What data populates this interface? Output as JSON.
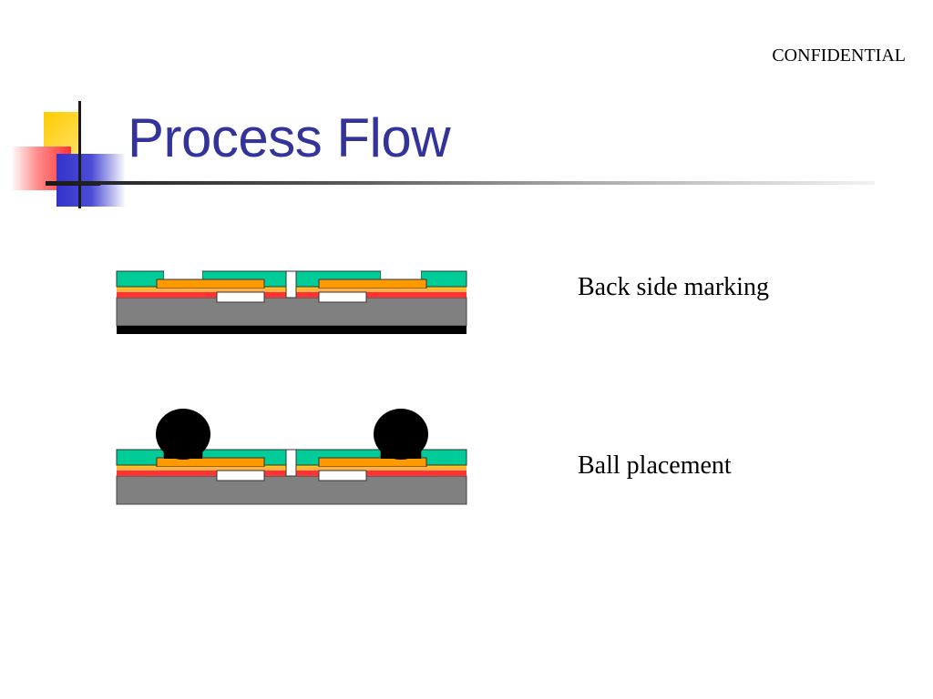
{
  "header": {
    "confidential": "CONFIDENTIAL",
    "title": "Process Flow"
  },
  "steps": [
    {
      "label": "Back side marking"
    },
    {
      "label": "Ball placement"
    }
  ],
  "colors": {
    "title": "#333399",
    "passivation": "#00cc99",
    "copper": "#ff9900",
    "yellow_layer": "#ffcc00",
    "red_layer": "#ff3333",
    "substrate": "#808080",
    "marking": "#000000",
    "solder_ball": "#000000"
  }
}
